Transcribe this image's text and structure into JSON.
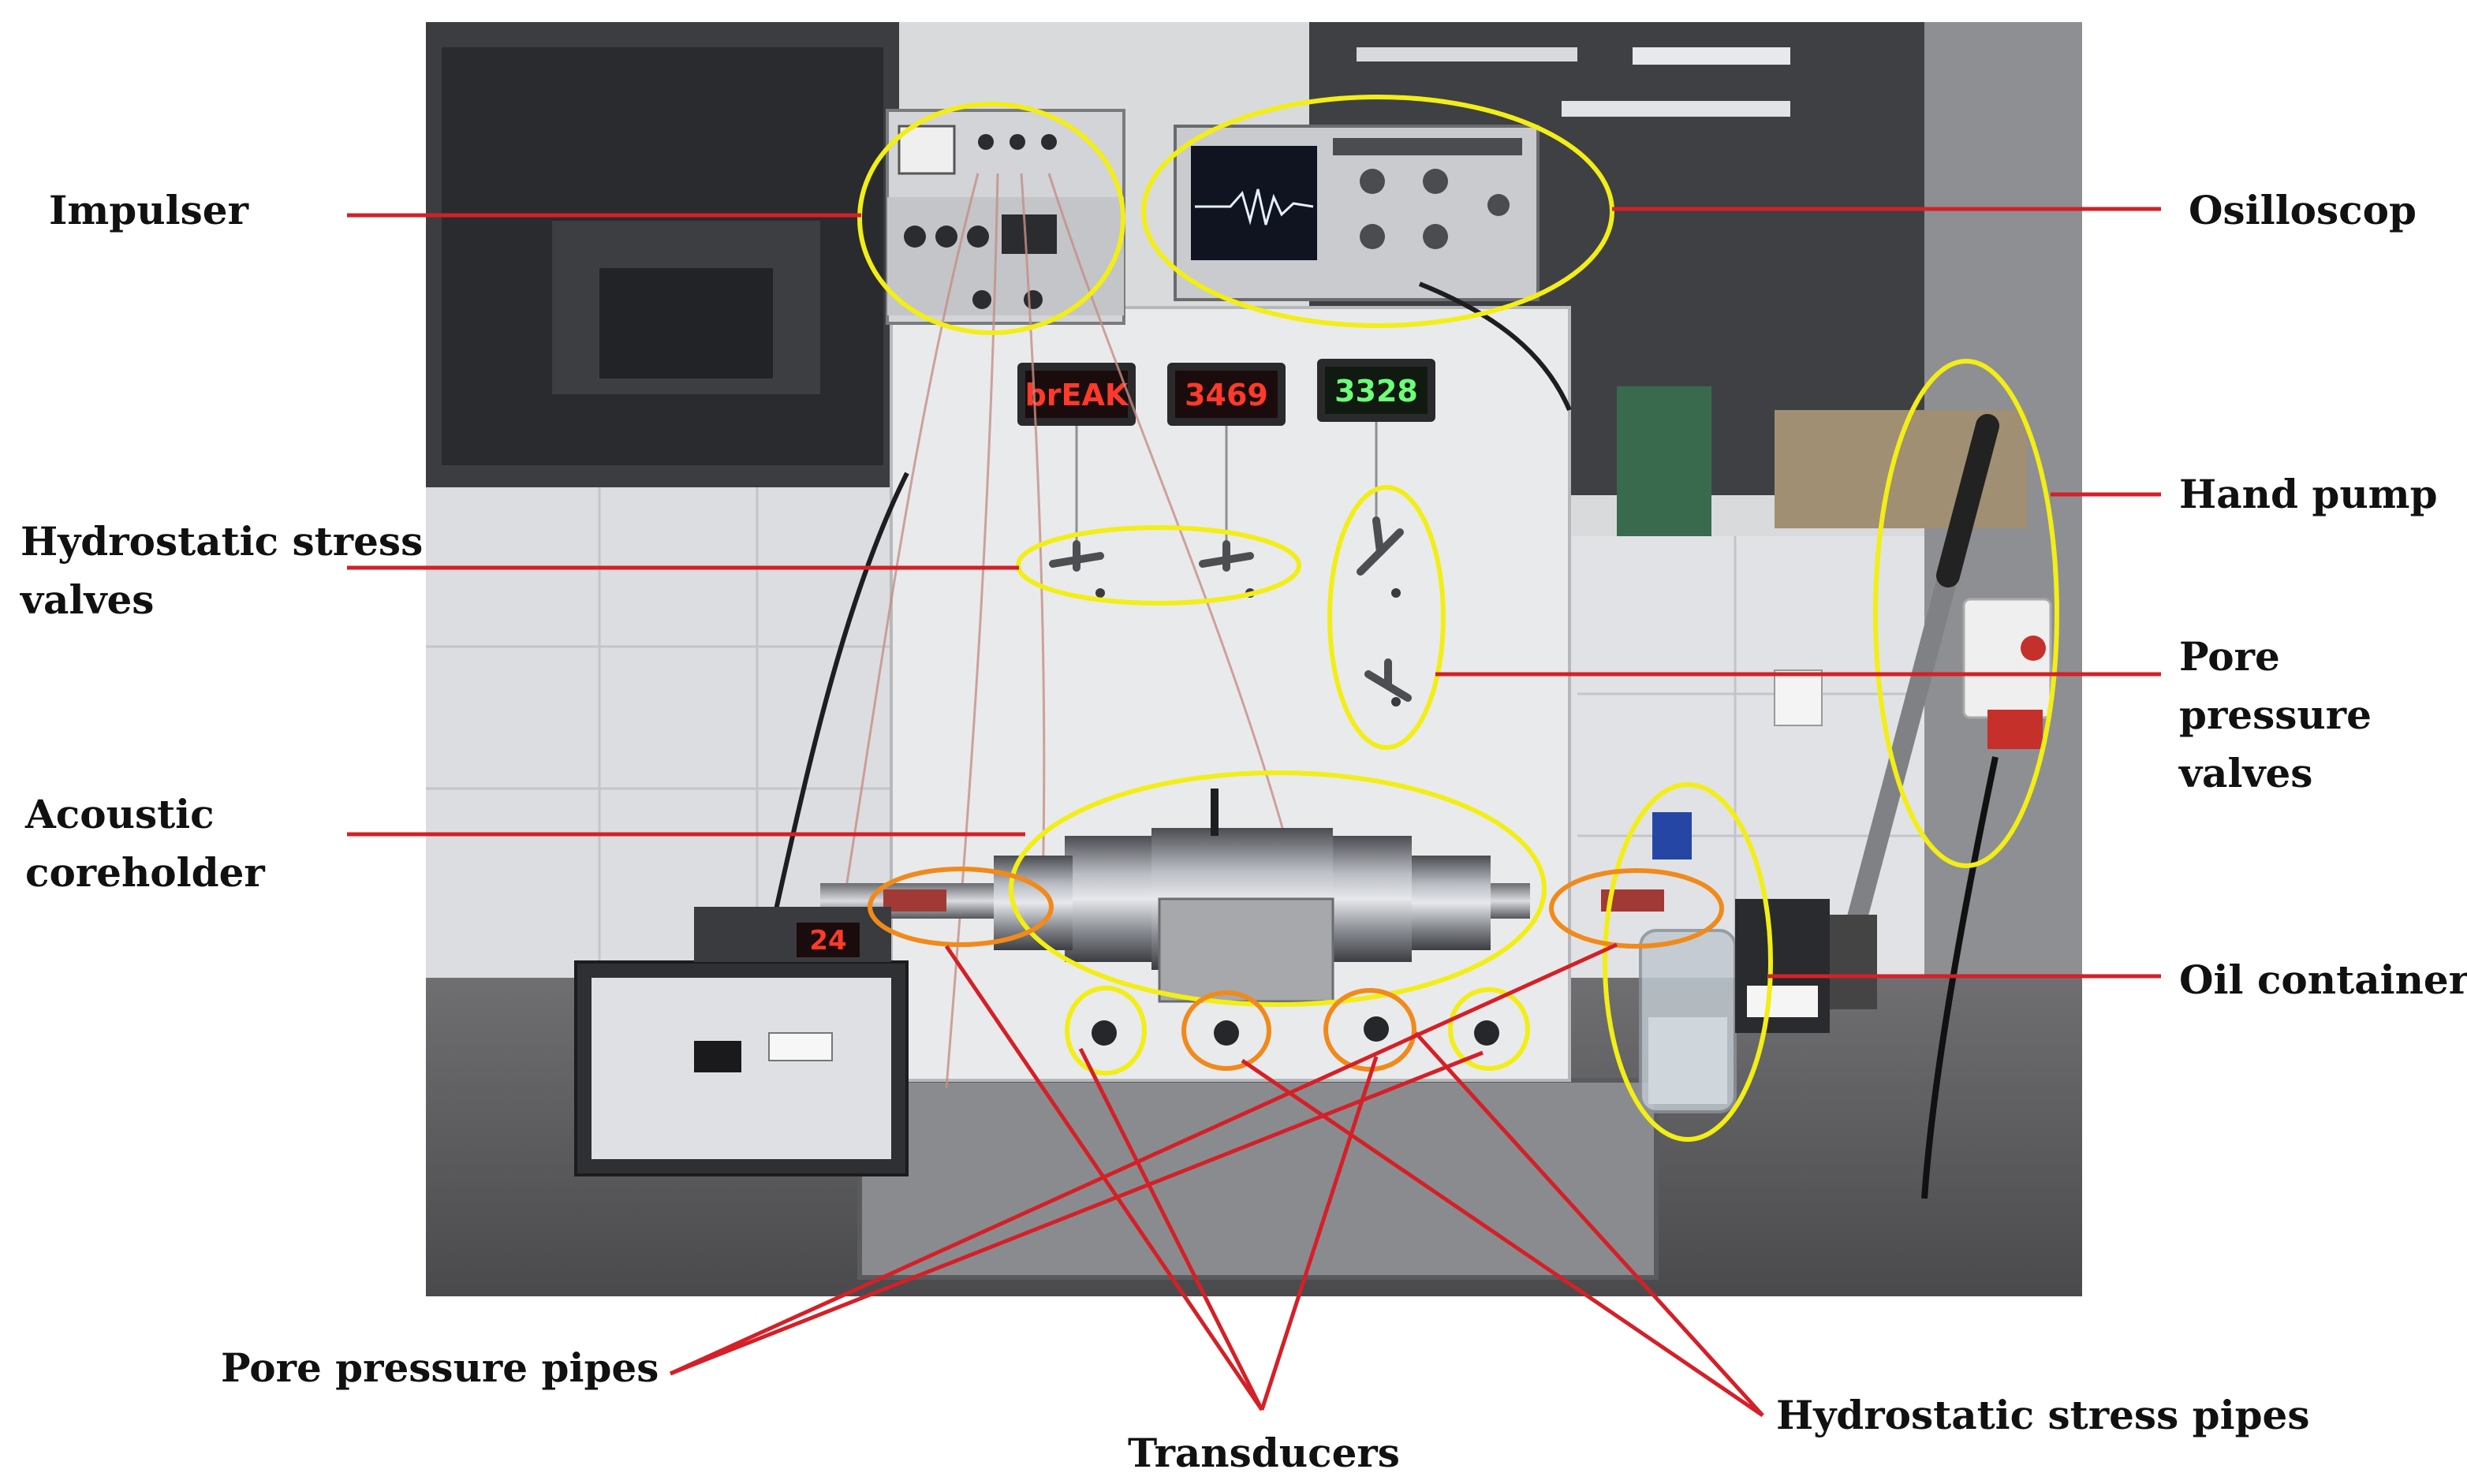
{
  "labels": {
    "impulser": "Impulser",
    "osilloscop": "Osilloscop",
    "hydrostatic_stress_valves": "Hydrostatic stress valves",
    "hand_pump": "Hand pump",
    "pore_pressure_valves": "Pore pressure valves",
    "acoustic_coreholder": "Acoustic coreholder",
    "oil_container": "Oil container",
    "pore_pressure_pipes": "Pore pressure pipes",
    "transducers": "Transducers",
    "hydrostatic_stress_pipes": "Hydrostatic stress pipes"
  },
  "displays": {
    "gauge_left": "brEAK",
    "gauge_middle": "3469",
    "gauge_right": "3328",
    "heater": "24"
  },
  "colors": {
    "leader": "#d42027",
    "highlight_yellow": "#f2ee16",
    "highlight_orange": "#f08a1c",
    "led_red": "#ff3a2a",
    "led_green": "#6dff7a"
  }
}
